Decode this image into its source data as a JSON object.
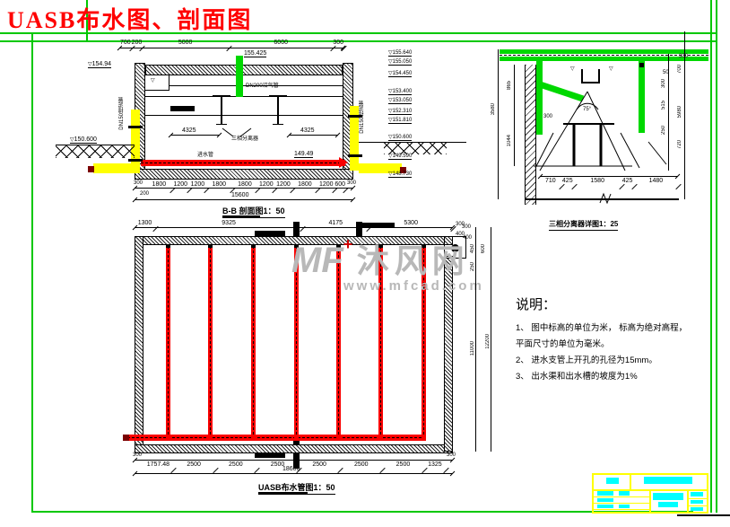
{
  "sheet": {
    "title": "UASB布水图、剖面图"
  },
  "watermark": {
    "mf": "MF",
    "logo_text": "沐风网",
    "url": "www.mfcad.com",
    "plus": "+"
  },
  "bb": {
    "caption": "B-B 剖面图1：50",
    "top_dims": [
      "700",
      "200",
      "5000",
      "6000",
      "300"
    ],
    "bottom_dims": [
      "1800",
      "1200",
      "1200",
      "1800",
      "1800",
      "1200",
      "1200",
      "1800",
      "1200",
      "600"
    ],
    "bottom_left_edge": "300",
    "bottom_right_edge": "300",
    "bottom_sub": "200",
    "bottom_total": "15600",
    "elev_left": "154.94",
    "elev_ground_left": "150.600",
    "elev_pipe": "155.425",
    "pipe_elev": "149.49",
    "label_inlet": "进水管",
    "label_biogas": "DN200沼气管",
    "label_separator": "三相分离器",
    "dim_left": "4325",
    "dim_right": "4325",
    "label_pipe_left": "DN150排泥管",
    "label_pipe_right": "DN150排泥管",
    "right_elevs": [
      "155.640",
      "155.050",
      "154.450",
      "153.400",
      "153.050",
      "152.310",
      "151.810",
      "150.600",
      "149.590",
      "148.730"
    ]
  },
  "sep": {
    "caption": "三相分离器详图1：25",
    "bottom_dims": [
      "710",
      "425",
      "1580",
      "425",
      "1480"
    ],
    "dim_3580": "3580",
    "dim_865": "865",
    "dim_1044": "1044",
    "dim_300": "300",
    "right_inner": [
      "50",
      "300",
      "515",
      "250"
    ],
    "right_outer": [
      "300",
      "700",
      "5980",
      "720"
    ],
    "angle": "75°"
  },
  "plan": {
    "caption": "UASB布水管图1：50",
    "top_dims": [
      "1300",
      "9325",
      "4175",
      "5300"
    ],
    "top_right_dims": [
      "300",
      "400"
    ],
    "bottom_dims": [
      "1757.48",
      "2500",
      "2500",
      "2500",
      "2500",
      "2500",
      "2500",
      "1325"
    ],
    "bottom_left_edge": "300",
    "bottom_right_edge": "300",
    "bottom_total": "18600",
    "right_small_dims": [
      "300",
      "400",
      "450",
      "600",
      "250"
    ],
    "right_dim_main": "11000",
    "right_dim_total": "12200"
  },
  "notes": {
    "heading": "说明：",
    "items": [
      "1、 图中标高的单位为米， 标高为绝对高程， 平面尺寸的单位为毫米。",
      "2、 进水支管上开孔的孔径为15mm。",
      "3、 出水渠和出水槽的坡度为1%"
    ]
  }
}
